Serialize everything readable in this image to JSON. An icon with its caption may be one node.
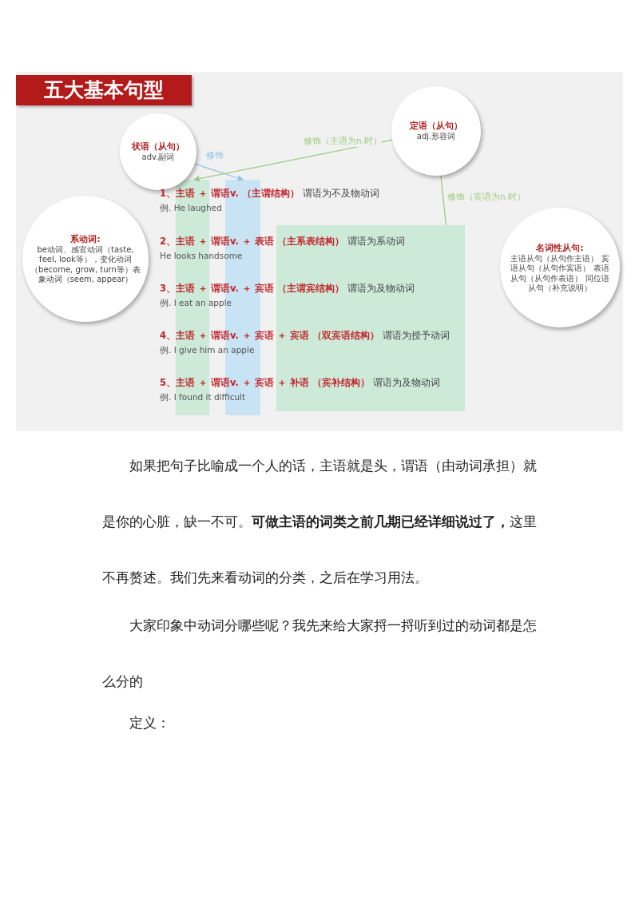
{
  "diagram": {
    "title": "五大基本句型",
    "nodes": [
      {
        "text": [
          "状语（从句）",
          "adv.副词"
        ]
      },
      {
        "text": [
          "定语（从句）",
          "adj.形容词"
        ]
      },
      {
        "text": [
          "系动词:",
          "be动词、感官动词（taste, feel, look等），变化动词（become, grow, turn等）表象动词（seem, appear）"
        ]
      },
      {
        "text": [
          "名词性从句:",
          "主语从句（从句作主语） 宾语从句（从句作宾语） 表语从句（从句作表语） 同位语从句（补充说明）"
        ]
      },
      {
        "text": [],
        "shape": "bar"
      },
      {
        "text": [],
        "shape": "bar"
      },
      {
        "text": [],
        "shape": "bar"
      }
    ],
    "edges": [
      {
        "from": 0,
        "to": 5,
        "arrow": "to",
        "label": "修饰",
        "color": "#8fc3e6"
      },
      {
        "from": 1,
        "to": 4,
        "arrow": "to",
        "label": "修饰（主语为n.时）"
      },
      {
        "from": 1,
        "to": 6,
        "arrow": "none",
        "label": "修饰（宾语为n.时）"
      }
    ],
    "labels": [
      "**1、主语 ＋ 谓语v. （主谓结构）** 谓语为不及物动词",
      "例. He laughed",
      "**2、主语 ＋ 谓语v. ＋ 表语 （主系表结构）** 谓语为系动词",
      "He looks handsome",
      "**3、主语 ＋ 谓语v. ＋ 宾语 （主谓宾结构）** 谓语为及物动词",
      "例. I eat an apple",
      "**4、主语 ＋ 谓语v. ＋ 宾语 ＋ 宾语 （双宾语结构）** 谓语为授予动词",
      "例. I give him an apple",
      "**5、主语 ＋ 谓语v. ＋ 宾语 ＋ 补语 （宾补结构）** 谓语为及物动词",
      "例. I found it difficult",
      "如果把句子比喻成一个人的话，主语就是头，谓语（由动词承担）就是你的心脏，缺一不可。**可做主语的词类之前几期已经详细说过了，**这里不再赘述。我们先来看动词的分类，之后在学习用法。",
      "大家印象中动词分哪些呢？我先来给大家捋一捋听到过的动词都是怎么分的",
      "定义："
    ]
  }
}
